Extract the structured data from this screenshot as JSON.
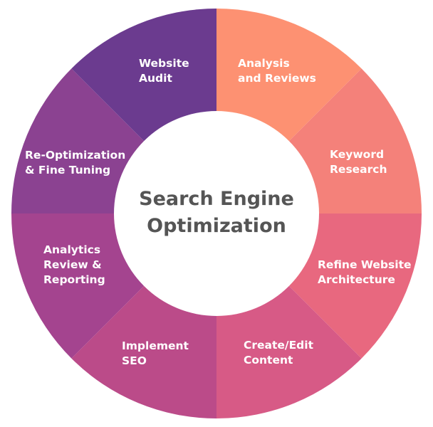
{
  "center": {
    "lines": [
      "Search Engine",
      "Optimization"
    ],
    "color": "#555555"
  },
  "segments": [
    {
      "id": "analysis-reviews",
      "lines": [
        "Analysis",
        "and Reviews"
      ],
      "color": "#fd9172",
      "anchor": "start"
    },
    {
      "id": "keyword-research",
      "lines": [
        "Keyword",
        "Research"
      ],
      "color": "#f4817a",
      "anchor": "start"
    },
    {
      "id": "refine-architecture",
      "lines": [
        "Refine Website",
        "Architecture"
      ],
      "color": "#e8687f",
      "anchor": "start"
    },
    {
      "id": "create-edit-content",
      "lines": [
        "Create/Edit",
        "Content"
      ],
      "color": "#d75a86",
      "anchor": "start"
    },
    {
      "id": "implement-seo",
      "lines": [
        "Implement",
        "SEO"
      ],
      "color": "#bb4b89",
      "anchor": "start"
    },
    {
      "id": "analytics-review",
      "lines": [
        "Analytics",
        "Review &",
        "Reporting"
      ],
      "color": "#a4448f",
      "anchor": "start"
    },
    {
      "id": "re-optimization",
      "lines": [
        "Re-Optimization",
        "& Fine Tuning"
      ],
      "color": "#8b4291",
      "anchor": "start"
    },
    {
      "id": "website-audit",
      "lines": [
        "Website",
        "Audit"
      ],
      "color": "#6b3b8f",
      "anchor": "start"
    }
  ]
}
